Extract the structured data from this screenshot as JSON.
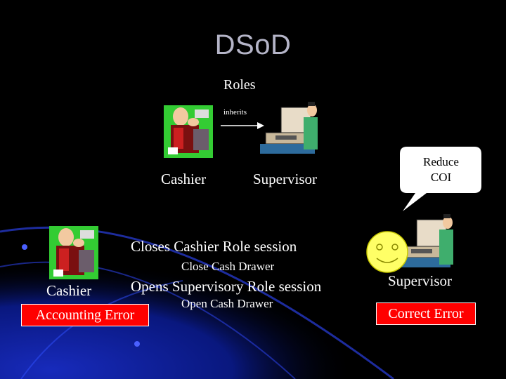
{
  "title": "DSoD",
  "roles": {
    "heading": "Roles",
    "inherits_label": "inherits",
    "cashier_label": "Cashier",
    "supervisor_label": "Supervisor"
  },
  "callout": {
    "line1": "Reduce",
    "line2": "COI"
  },
  "flow": {
    "step1": "Closes Cashier Role session",
    "step1_sub": "Close Cash Drawer",
    "step2": "Opens Supervisory Role session",
    "step2_sub": "Open Cash Drawer"
  },
  "left": {
    "label": "Cashier",
    "error_badge": "Accounting Error"
  },
  "right": {
    "label": "Supervisor",
    "action_badge": "Correct Error"
  },
  "colors": {
    "title": "#b5b5c8",
    "badge_red": "#ff0000",
    "smiley_yellow": "#ffff66",
    "clipart_green": "#33cc33",
    "background_blue": "#0a1a8c"
  },
  "icons": [
    "cashier-clipart",
    "supervisor-computer-clipart",
    "smiley-face-icon",
    "arrow-icon"
  ]
}
